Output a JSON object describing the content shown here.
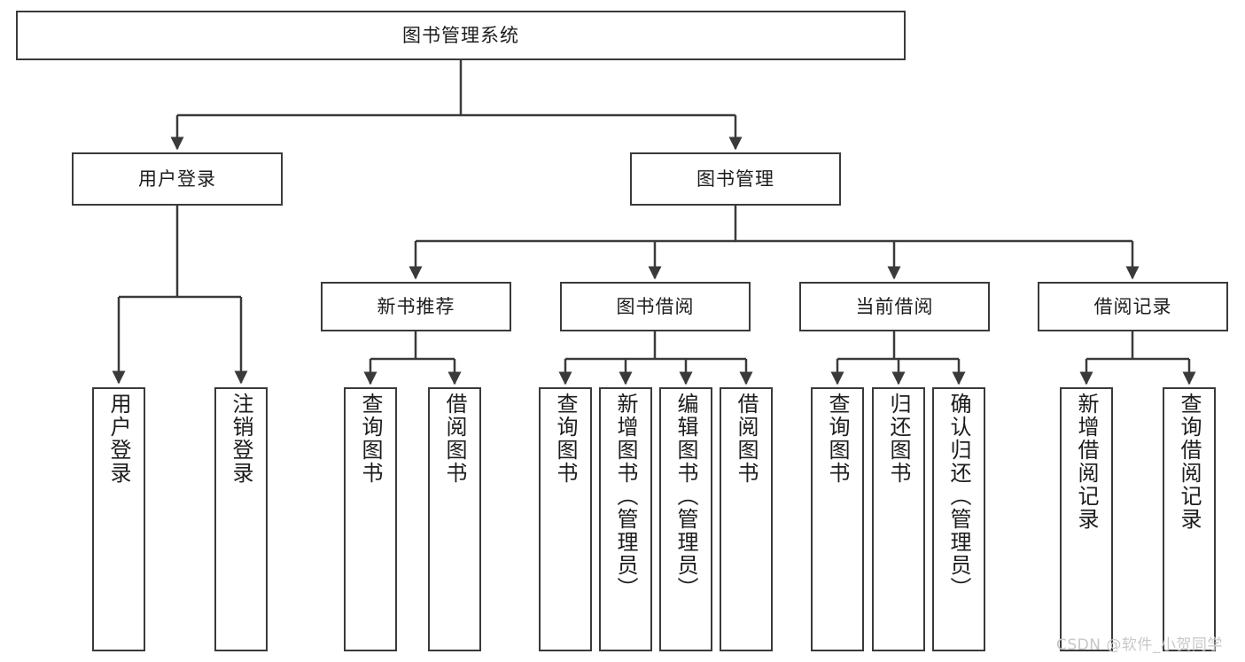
{
  "diagram": {
    "title": "图书管理系统",
    "type": "tree",
    "root": {
      "label": "图书管理系统"
    },
    "level2": [
      {
        "label": "用户登录"
      },
      {
        "label": "图书管理"
      }
    ],
    "level3": [
      {
        "label": "新书推荐"
      },
      {
        "label": "图书借阅"
      },
      {
        "label": "当前借阅"
      },
      {
        "label": "借阅记录"
      }
    ],
    "leaves": {
      "user_login": [
        {
          "label": "用户登录"
        },
        {
          "label": "注销登录"
        }
      ],
      "new_book_recommend": [
        {
          "label": "查询图书"
        },
        {
          "label": "借阅图书"
        }
      ],
      "book_borrow": [
        {
          "label": "查询图书"
        },
        {
          "label": "新增图书（管理员）"
        },
        {
          "label": "编辑图书（管理员）"
        },
        {
          "label": "借阅图书"
        }
      ],
      "current_borrow": [
        {
          "label": "查询图书"
        },
        {
          "label": "归还图书"
        },
        {
          "label": "确认归还（管理员）"
        }
      ],
      "borrow_record": [
        {
          "label": "新增借阅记录"
        },
        {
          "label": "查询借阅记录"
        }
      ]
    }
  },
  "watermark": {
    "text": "CSDN @软件_小贺同学"
  },
  "colors": {
    "stroke": "#3a3a3a",
    "text": "#1c1c1c",
    "background": "#ffffff",
    "watermark": "#c8c8c8"
  }
}
